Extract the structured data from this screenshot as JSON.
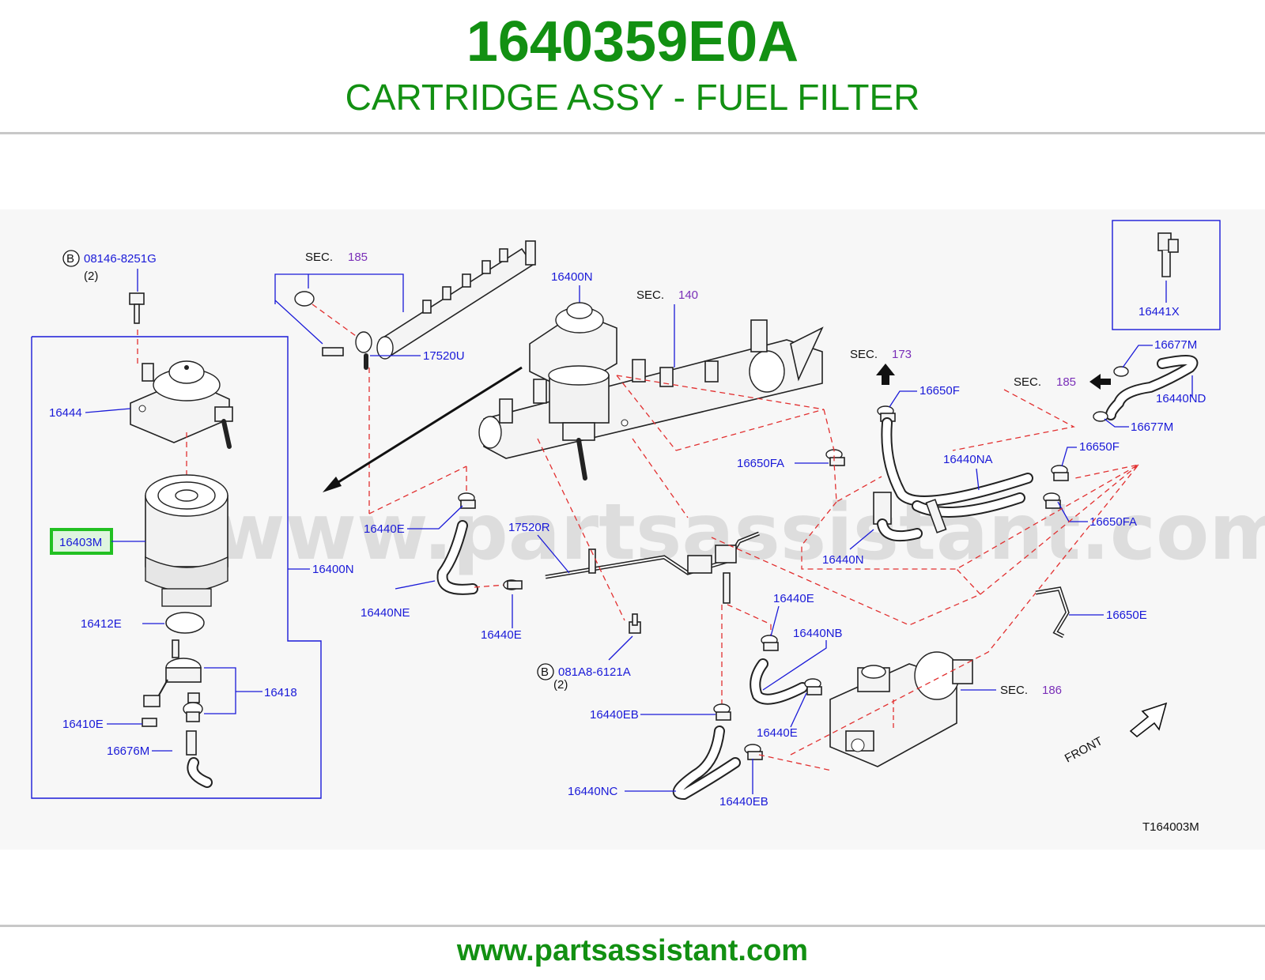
{
  "header": {
    "part_number": "1640359E0A",
    "part_name": "CARTRIDGE ASSY - FUEL FILTER"
  },
  "footer": {
    "url": "www.partsassistant.com"
  },
  "watermark": "www.partsassistant.com",
  "diagram": {
    "code": "T164003M",
    "front_label": "FRONT",
    "highlight_color": "#22c022",
    "sec_prefix": "SEC.",
    "bolt_marker": "B",
    "sections": {
      "s185a": "185",
      "s140": "140",
      "s173": "173",
      "s185b": "185",
      "s186": "186"
    },
    "bolts": [
      {
        "part": "08146-8251G",
        "qty": "(2)"
      },
      {
        "part": "081A8-6121A",
        "qty": "(2)"
      }
    ],
    "labels": {
      "p16444": "16444",
      "p16403M": "16403M",
      "p16412E": "16412E",
      "p16418": "16418",
      "p16410E": "16410E",
      "p16676M": "16676M",
      "p16400N_box": "16400N",
      "p17520U": "17520U",
      "p16400N_top": "16400N",
      "p16440E_a": "16440E",
      "p17520R": "17520R",
      "p16440NE": "16440NE",
      "p16440E_b": "16440E",
      "p16440E_c": "16440E",
      "p16440NB": "16440NB",
      "p16440EB_a": "16440EB",
      "p16440E_d": "16440E",
      "p16440NC": "16440NC",
      "p16440EB_b": "16440EB",
      "p16650F_a": "16650F",
      "p16650FA_a": "16650FA",
      "p16440NA": "16440NA",
      "p16440N": "16440N",
      "p16650F_b": "16650F",
      "p16650FA_b": "16650FA",
      "p16650E": "16650E",
      "p16677M_a": "16677M",
      "p16440ND": "16440ND",
      "p16677M_b": "16677M",
      "p16441X": "16441X"
    }
  }
}
